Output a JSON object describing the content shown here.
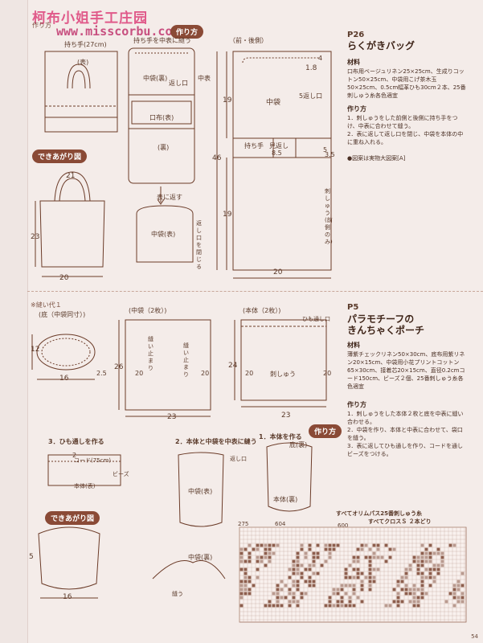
{
  "watermark": {
    "name": "柯布小姐手工庄园",
    "url": "www.misscorbu.com"
  },
  "top_small": "作り方",
  "section1": {
    "tag": "作り方",
    "note_top": "持ち手を中表に縫う",
    "back_label": "（前・後側）",
    "finished_tag": "できあがり図",
    "number": "P26",
    "title": "らくがきバッグ",
    "materials_head": "材料",
    "materials": "口布用ベージュリネン25×25cm、生成りコットン50×25cm、中袋用こげ茶木玉50×25cm、0.5cm幅革ひも30cm２本、25番刺しゅう糸各色適宜",
    "steps_head": "作り方",
    "steps": [
      "1．刺しゅうをした前側と後側に持ち手をつけ、中表に合わせて縫う。",
      "2．表に返して返し口を閉じ、中袋を本体の中に重ね入れる。"
    ],
    "note": "●図案は実物大図案[A]",
    "labels": {
      "handle": "持ち手(27cm)",
      "omote": "(表)",
      "nakabukuro_ura": "中袋(裏)",
      "kaeshiguchi": "返し口",
      "chuo": "中表",
      "kuchinuno": "口布(表)",
      "ura": "(裏)",
      "omote_ni_kaesu": "表に返す",
      "nakabukuro_omote": "中袋(表)",
      "close": "返し口を閉じる",
      "embroid": "刺しゅう(前側のみ)",
      "nakabukuro": "中袋",
      "kaeshi5": "5返し口",
      "mochite_pos": "持ち手",
      "mitsuori": "見返し",
      "dim_46": "46",
      "dim_19a": "19",
      "dim_19b": "19",
      "dim_20": "20",
      "dim_18": "1.8",
      "dim_85": "8.5",
      "dim_21": "21",
      "dim_23": "23",
      "dim_20b": "20",
      "dim_4": "4",
      "dim_5": "5",
      "dim_35": "3.5"
    }
  },
  "section2": {
    "top_note": "※縫い代１",
    "bottom_head": "(底（中袋同寸）)",
    "naka_head": "(中袋（2枚）)",
    "hontai_head": "(本体（2枚）)",
    "number": "P5",
    "title1": "パラモチーフの",
    "title2": "きんちゃくポーチ",
    "materials_head": "材料",
    "materials": "薄紫チェックリネン50×30cm、底布用紫リネン20×15cm、中袋用小花プリントコットン65×30cm、接着芯20×15cm、直径0.2cmコード150cm、ビーズ２個、25番刺しゅう糸各色適宜",
    "steps_head": "作り方",
    "steps": [
      "1．刺しゅうをした本体２枚と底を中表に縫い合わせる。",
      "2．中袋を作り、本体と中表に合わせて、袋口を縫う。",
      "3．表に返してひも通しを作り、コードを通しビーズをつける。"
    ],
    "step3": "3．ひも通しを作る",
    "step2": "2．本体と中袋を中表に縫う",
    "step1": "1．本体を作る",
    "tag": "作り方",
    "finished_tag": "できあがり図",
    "pattern_note1": "すべてオリムパス25番刺しゅう糸",
    "pattern_note2": "すべてクロスＳ ２本どり",
    "thread1": "275",
    "thread2": "604",
    "thread3": "600",
    "labels": {
      "dim_12": "12",
      "dim_16": "16",
      "dim_25": "2.5",
      "dim_26": "26",
      "dim_20a": "20",
      "dim_20b": "20",
      "dim_23a": "23",
      "dim_24": "24",
      "dim_20c": "20",
      "dim_20d": "20",
      "dim_23b": "23",
      "dim_16b": "16",
      "dim_5": "5",
      "dim_2": "2",
      "hoso": "ひも通し口",
      "nuidomari": "縫い止まり",
      "shishu": "刺しゅう",
      "sokohyo": "底(裏)",
      "cord": "コード(75cm)",
      "beads": "ビーズ",
      "hontai_omote": "本体(表)",
      "hontai_ura": "本体(裏)",
      "naka_omote": "中袋(表)",
      "naka_ura": "中袋(裏)",
      "hhhh": "返し口",
      "nuu": "縫う"
    }
  },
  "page_number": "54"
}
